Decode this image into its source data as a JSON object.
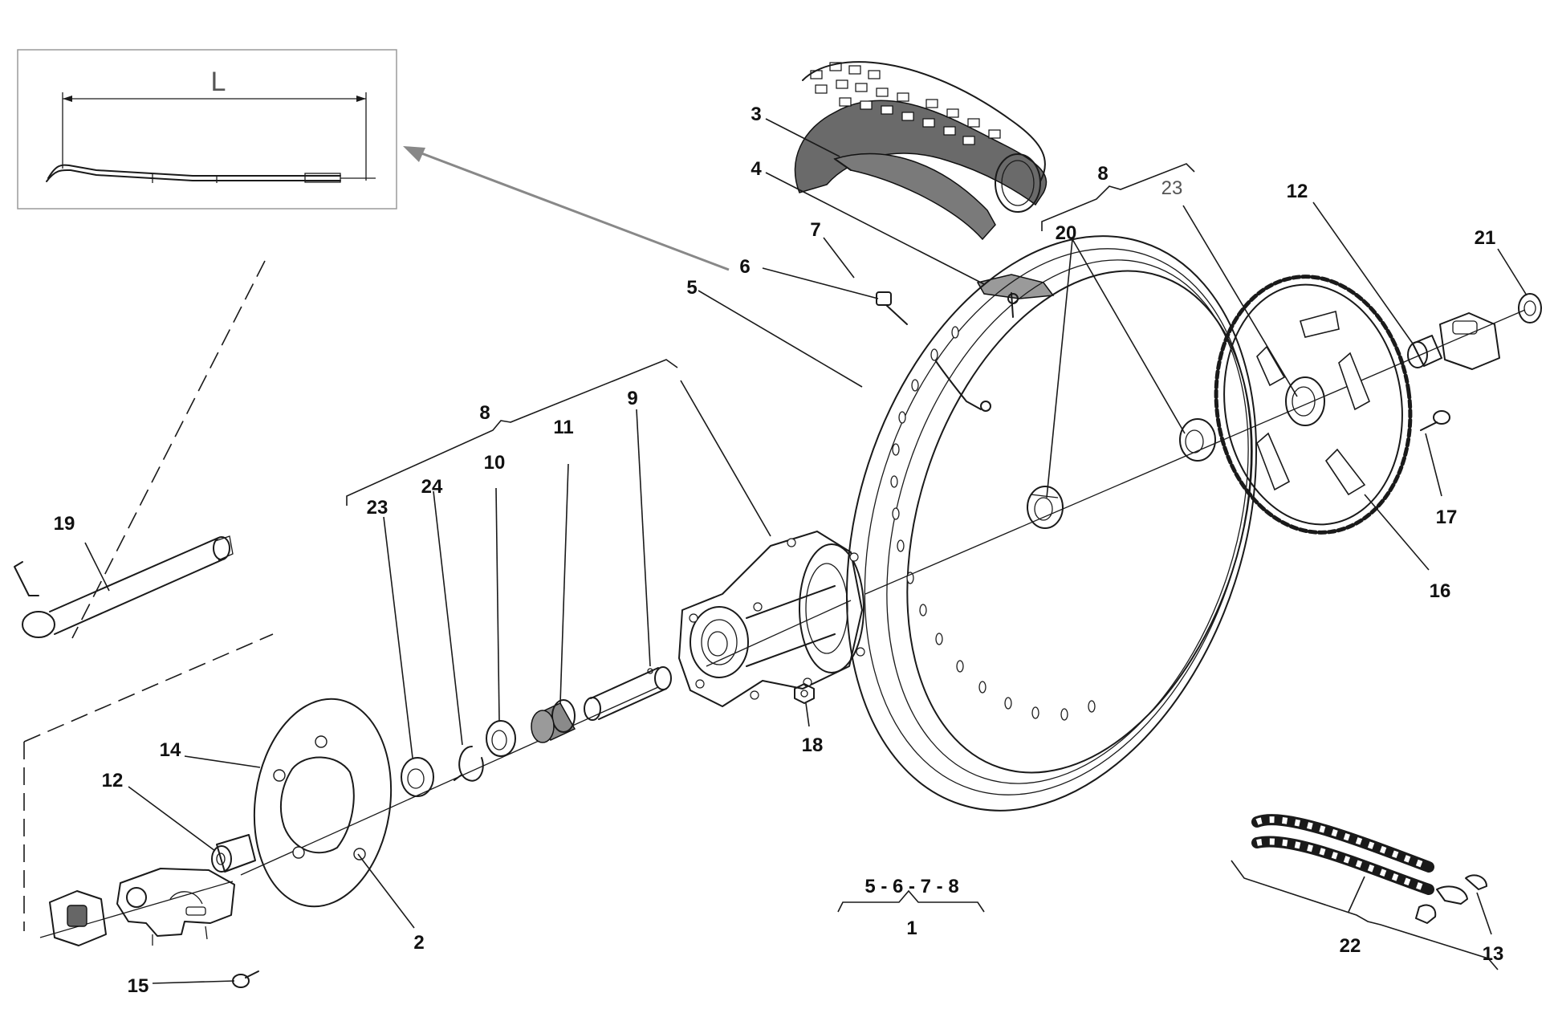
{
  "inset": {
    "dimension_label": "L"
  },
  "callouts": [
    "1",
    "2",
    "3",
    "4",
    "5",
    "6",
    "7",
    "8",
    "9",
    "10",
    "11",
    "12",
    "13",
    "14",
    "15",
    "16",
    "17",
    "18",
    "19",
    "20",
    "21",
    "22",
    "23",
    "24"
  ],
  "group_note": {
    "members": "5 - 6 - 7 - 8",
    "assembly": "1"
  },
  "labels": {
    "p3": "3",
    "p4": "4",
    "p5": "5",
    "p6": "6",
    "p7": "7",
    "p8a": "8",
    "p8b": "8",
    "p9": "9",
    "p10": "10",
    "p11": "11",
    "p12a": "12",
    "p12b": "12",
    "p13": "13",
    "p14": "14",
    "p15": "15",
    "p16": "16",
    "p17": "17",
    "p18": "18",
    "p19": "19",
    "p20": "20",
    "p21": "21",
    "p22": "22",
    "p23a": "23",
    "p23b": "23",
    "p24": "24",
    "p2": "2"
  },
  "colors": {
    "line": "#1a1a1a",
    "inset_border": "#9a9a9a",
    "arrow": "#888888",
    "tire_tread": "#6a6a6a"
  }
}
